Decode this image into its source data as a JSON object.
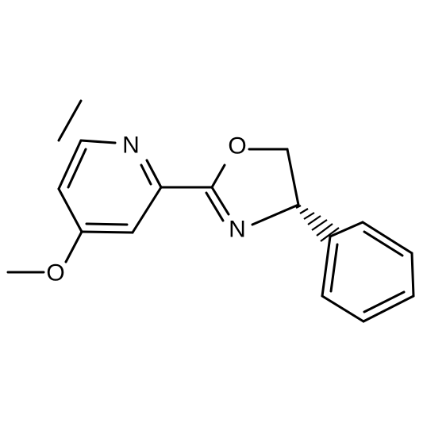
{
  "molecule": {
    "atoms": {
      "pyridine_n": "N",
      "oxazoline_o": "O",
      "oxazoline_n": "N",
      "methoxy_o": "O"
    }
  },
  "colors": {
    "bond": "#000000",
    "label": "#000000",
    "background": "#ffffff"
  }
}
